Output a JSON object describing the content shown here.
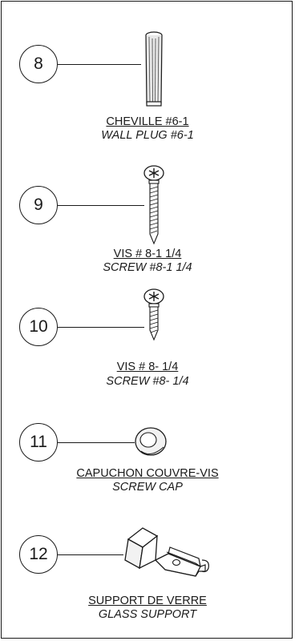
{
  "parts": [
    {
      "number": "8",
      "name_fr": "CHEVILLE #6-1",
      "name_en": "WALL PLUG #6-1",
      "icon": "wall-plug-icon"
    },
    {
      "number": "9",
      "name_fr": "VIS # 8-1 1/4",
      "name_en": "SCREW #8-1 1/4",
      "icon": "long-screw-icon"
    },
    {
      "number": "10",
      "name_fr": "VIS # 8- 1/4",
      "name_en": "SCREW #8- 1/4",
      "icon": "short-screw-icon"
    },
    {
      "number": "11",
      "name_fr": "CAPUCHON COUVRE-VIS",
      "name_en": "SCREW CAP",
      "icon": "screw-cap-icon"
    },
    {
      "number": "12",
      "name_fr": "SUPPORT DE VERRE",
      "name_en": "GLASS SUPPORT",
      "icon": "glass-support-icon"
    }
  ]
}
